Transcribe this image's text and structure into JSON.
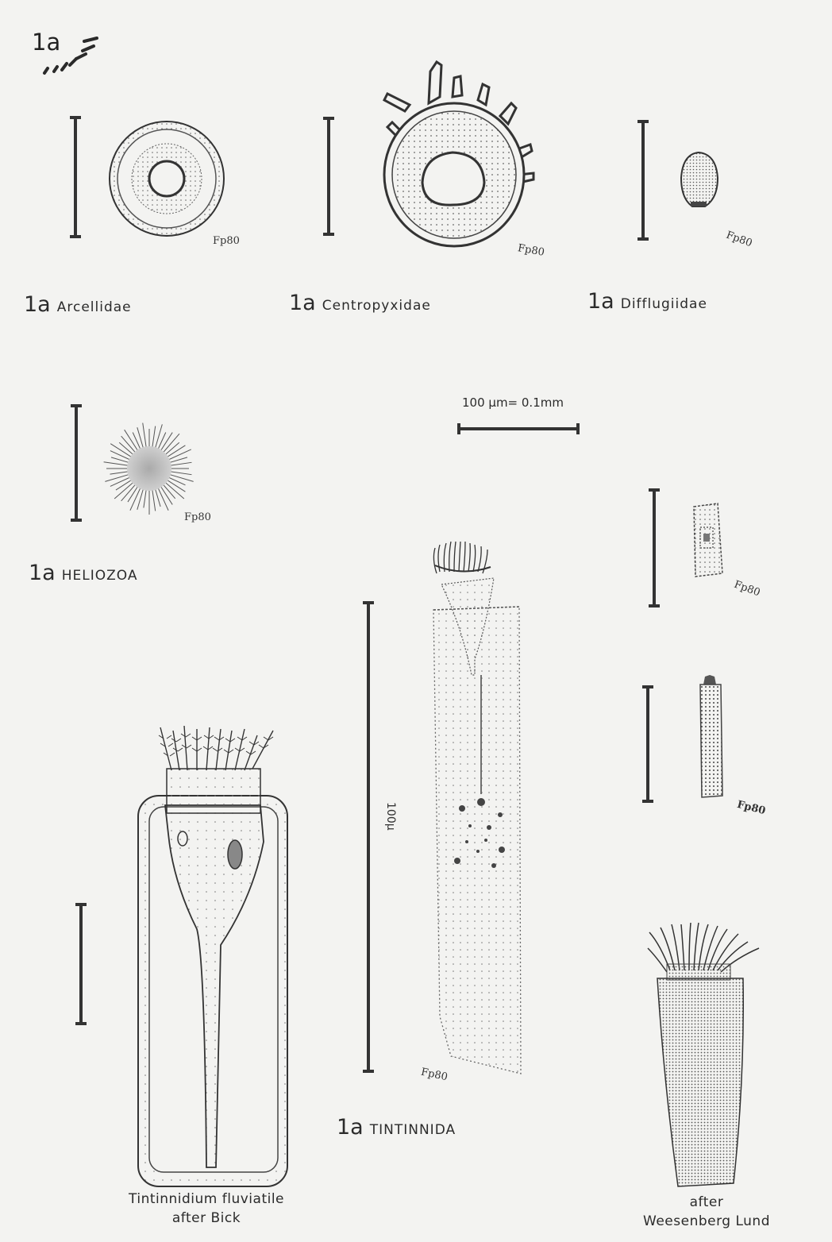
{
  "corner_label": "1a",
  "groups": [
    {
      "prefix": "1a",
      "name": "Arcellidae"
    },
    {
      "prefix": "1a",
      "name": "Centropyxidae"
    },
    {
      "prefix": "1a",
      "name": "Difflugiidae"
    },
    {
      "prefix": "1a",
      "name": "HELIOZOA"
    },
    {
      "prefix": "1a",
      "name": "TINTINNIDA"
    }
  ],
  "scale_bar_label": "100 µm= 0.1mm",
  "vertical_scale_label": "100µ",
  "signature": "Fp80",
  "captions": {
    "tintinnidium": [
      "Tintinnidium fluviatile",
      "after Bick"
    ],
    "weesenberg": [
      "after",
      "Weesenberg Lund"
    ]
  }
}
